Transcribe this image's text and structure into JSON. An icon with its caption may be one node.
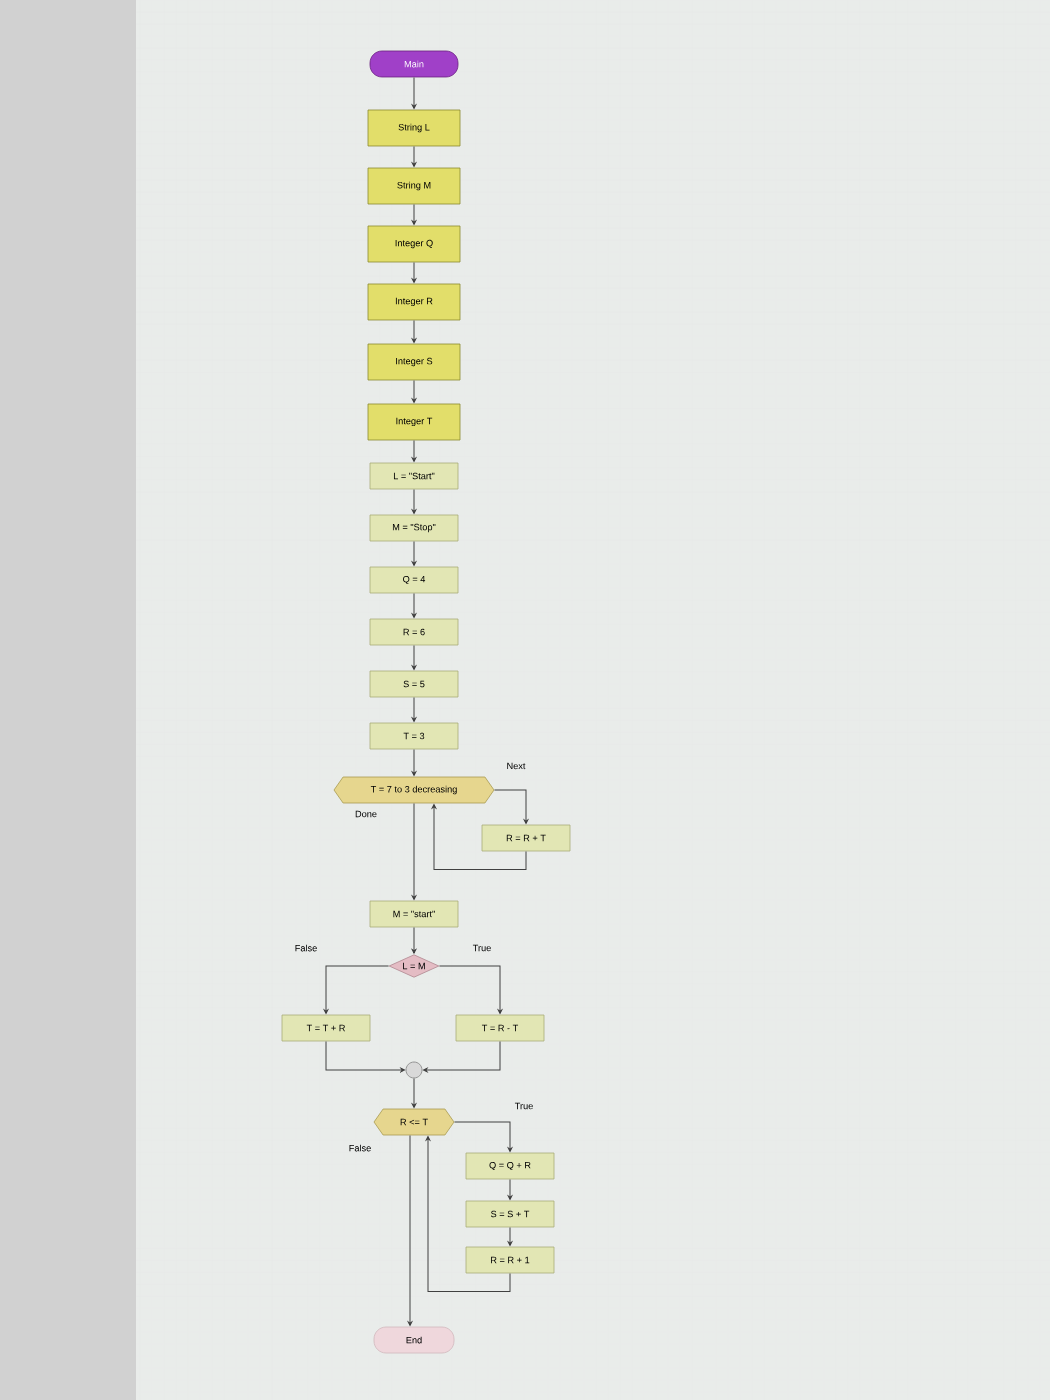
{
  "diagram": {
    "nodes": [
      {
        "text": [
          "Main"
        ]
      },
      {
        "text": [
          "String L"
        ]
      },
      {
        "text": [
          "String M"
        ]
      },
      {
        "text": [
          "Integer Q"
        ]
      },
      {
        "text": [
          "Integer R"
        ]
      },
      {
        "text": [
          "Integer S"
        ]
      },
      {
        "text": [
          "Integer T"
        ]
      },
      {
        "text": [
          "L = \"Start\""
        ]
      },
      {
        "text": [
          "M = \"Stop\""
        ]
      },
      {
        "text": [
          "Q = 4"
        ]
      },
      {
        "text": [
          "R = 6"
        ]
      },
      {
        "text": [
          "S = 5"
        ]
      },
      {
        "text": [
          "T = 3"
        ]
      },
      {
        "text": [
          "T = 7 to 3 decreasing"
        ]
      },
      {
        "text": [
          "R = R + T"
        ]
      },
      {
        "text": [
          "M = \"start\""
        ]
      },
      {
        "text": [
          "L = M"
        ]
      },
      {
        "text": [
          "T = T + R"
        ]
      },
      {
        "text": [
          "T = R - T"
        ]
      },
      {
        "text": [],
        "shape": "circle"
      },
      {
        "text": [
          "R <= T"
        ]
      },
      {
        "text": [
          "Q = Q + R"
        ]
      },
      {
        "text": [
          "S = S + T"
        ]
      },
      {
        "text": [
          "R = R + 1"
        ]
      },
      {
        "text": [
          "End"
        ]
      }
    ],
    "edges": [
      {
        "from": 0,
        "to": 1,
        "arrow": "to"
      },
      {
        "from": 1,
        "to": 2,
        "arrow": "to"
      },
      {
        "from": 2,
        "to": 3,
        "arrow": "to"
      },
      {
        "from": 3,
        "to": 4,
        "arrow": "to"
      },
      {
        "from": 4,
        "to": 5,
        "arrow": "to"
      },
      {
        "from": 5,
        "to": 6,
        "arrow": "to"
      },
      {
        "from": 6,
        "to": 7,
        "arrow": "to"
      },
      {
        "from": 7,
        "to": 8,
        "arrow": "to"
      },
      {
        "from": 8,
        "to": 9,
        "arrow": "to"
      },
      {
        "from": 9,
        "to": 10,
        "arrow": "to"
      },
      {
        "from": 10,
        "to": 11,
        "arrow": "to"
      },
      {
        "from": 11,
        "to": 12,
        "arrow": "to"
      },
      {
        "from": 12,
        "to": 13,
        "arrow": "to"
      },
      {
        "from": 13,
        "to": 14,
        "label": "Next",
        "arrow": "to"
      },
      {
        "from": 14,
        "to": 13,
        "arrow": "to"
      },
      {
        "from": 13,
        "to": 15,
        "label": "Done",
        "arrow": "to"
      },
      {
        "from": 15,
        "to": 16,
        "arrow": "to"
      },
      {
        "from": 16,
        "to": 17,
        "label": "False",
        "arrow": "to"
      },
      {
        "from": 16,
        "to": 18,
        "label": "True",
        "arrow": "to"
      },
      {
        "from": 17,
        "to": 19,
        "arrow": "to"
      },
      {
        "from": 18,
        "to": 19,
        "arrow": "to"
      },
      {
        "from": 19,
        "to": 20,
        "arrow": "to"
      },
      {
        "from": 20,
        "to": 21,
        "label": "True",
        "arrow": "to"
      },
      {
        "from": 21,
        "to": 22,
        "arrow": "to"
      },
      {
        "from": 22,
        "to": 23,
        "arrow": "to"
      },
      {
        "from": 23,
        "to": 20,
        "arrow": "to"
      },
      {
        "from": 20,
        "to": 24,
        "label": "False",
        "arrow": "to"
      }
    ]
  }
}
